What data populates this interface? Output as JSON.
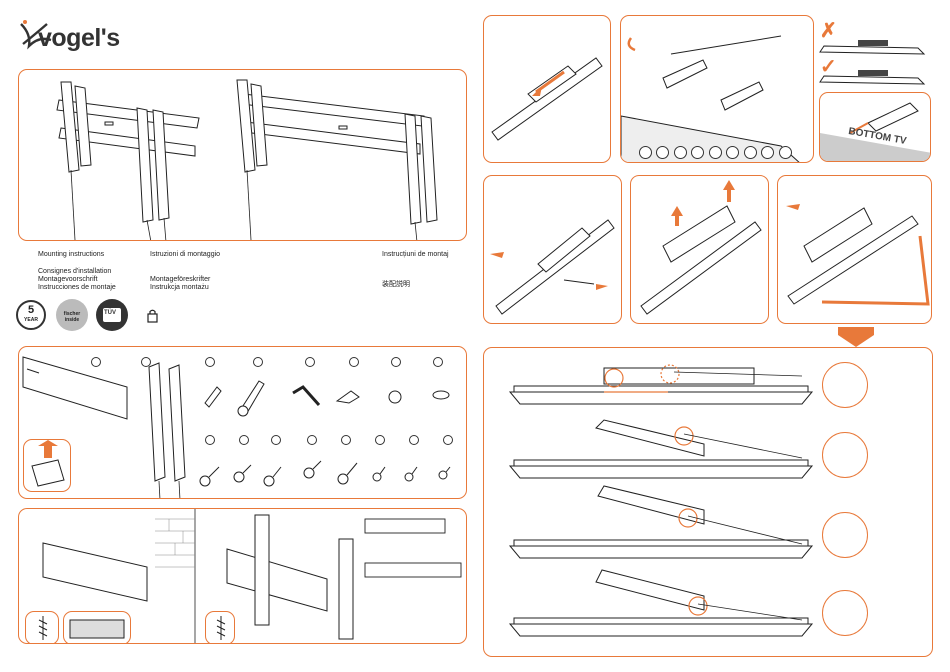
{
  "brand": {
    "name": "vogel's",
    "accent": "#e8793a"
  },
  "cover": {
    "instructions": [
      "Mounting instructions",
      "Consignes d'installation",
      "Montagevoorschrift",
      "Instrucciones de montaje",
      "Istruzioni di montaggio",
      "Montageföreskrifter",
      "Instrukcja montażu",
      "Instrucțiuni de montaj",
      "装配説明"
    ],
    "badges": [
      {
        "name": "warranty-badge",
        "text": "5",
        "sub": "YEAR"
      },
      {
        "name": "fischer-badge",
        "text": "fischer inside"
      },
      {
        "name": "tuv-badge",
        "text": "TÜV"
      }
    ],
    "lock_icon": "lock-icon"
  },
  "parts": {
    "icon": "parts-bag-icon"
  },
  "steps": {
    "tv_marking": "BOTTOM TV",
    "bad_mark": "✗",
    "good_mark": "✓"
  }
}
